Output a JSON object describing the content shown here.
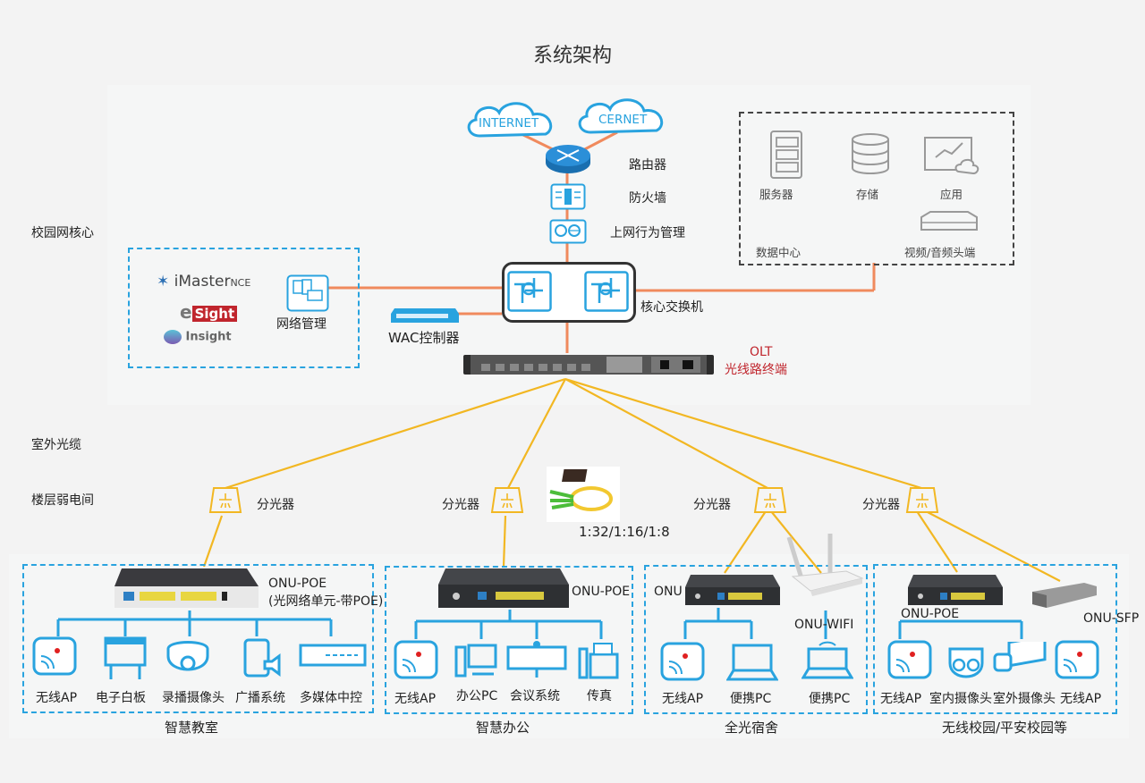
{
  "title": "系统架构",
  "side_labels": {
    "core": "校园网核心",
    "outdoor": "室外光缆",
    "floor": "楼层弱电间"
  },
  "core": {
    "clouds": [
      "INTERNET",
      "CERNET"
    ],
    "router": "路由器",
    "firewall": "防火墙",
    "behavior": "上网行为管理",
    "core_switch": "核心交换机",
    "wac": "WAC控制器",
    "olt_line1": "OLT",
    "olt_line2": "光线路终端",
    "nms": {
      "label": "网络管理",
      "brands": [
        "iMaster",
        "NCE",
        "e",
        "Sight",
        "Insight"
      ]
    },
    "datacenter": {
      "label": "数据中心",
      "items": [
        "服务器",
        "存储",
        "应用",
        "视频/音频头端"
      ]
    }
  },
  "splitters": {
    "label": "分光器",
    "ratio": "1:32/1:16/1:8"
  },
  "groups": [
    {
      "name": "智慧教室",
      "onu": "ONU-POE",
      "onu_sub": "(光网络单元-带POE)",
      "devices": [
        "无线AP",
        "电子白板",
        "录播摄像头",
        "广播系统",
        "多媒体中控"
      ]
    },
    {
      "name": "智慧办公",
      "onu": "ONU-POE",
      "devices": [
        "无线AP",
        "办公PC",
        "会议系统",
        "传真"
      ]
    },
    {
      "name": "全光宿舍",
      "onu": "ONU",
      "onu2": "ONU-WIFI",
      "devices": [
        "无线AP",
        "便携PC",
        "便携PC"
      ]
    },
    {
      "name": "无线校园/平安校园等",
      "onu": "ONU-POE",
      "onu2": "ONU-SFP",
      "devices": [
        "无线AP",
        "室内摄像头",
        "室外摄像头",
        "无线AP"
      ]
    }
  ],
  "colors": {
    "blue": "#29a3df",
    "orange_link": "#f08a5d",
    "fiber": "#f2b722",
    "olt_red": "#c0252d"
  }
}
